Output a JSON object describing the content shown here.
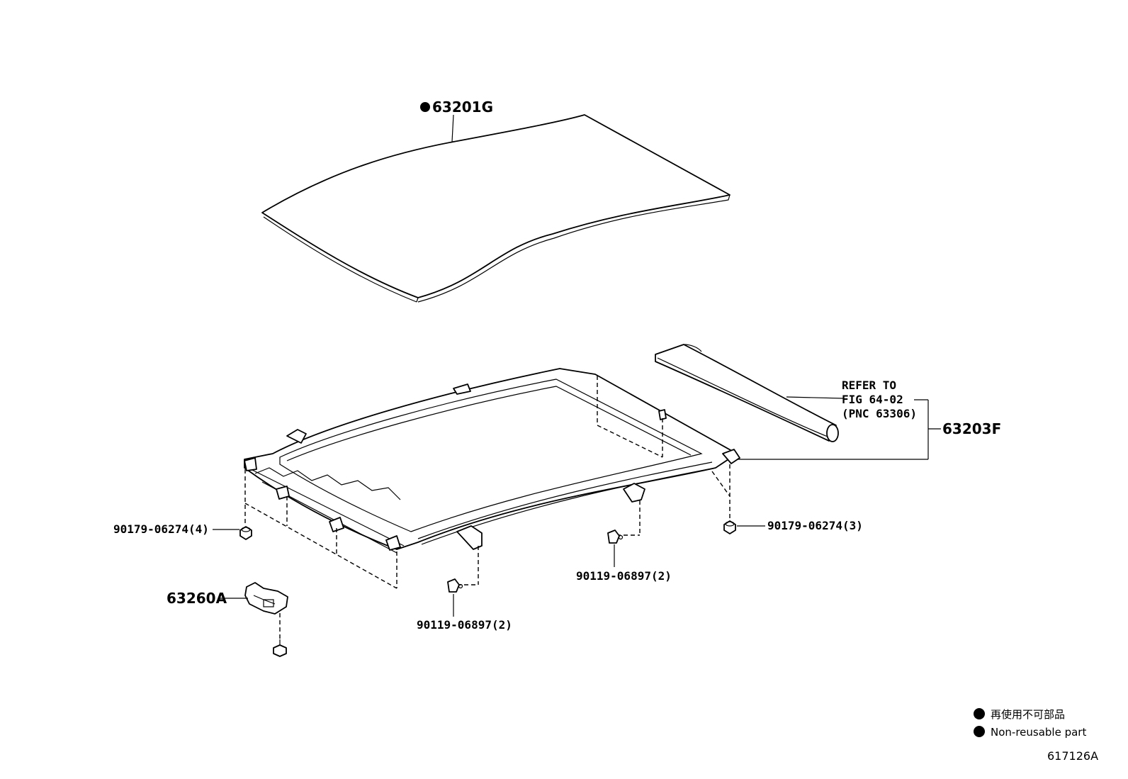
{
  "labels": {
    "p63201g": "63201G",
    "p63203f": "63203F",
    "refer1": "REFER TO",
    "refer2": "FIG 64-02",
    "refer3": "(PNC 63306)",
    "n90179_left": "90179-06274(4)",
    "n90179_right": "90179-06274(3)",
    "n90119_mid": "90119-06897(2)",
    "n90119_bottom": "90119-06897(2)",
    "p63260a": "63260A"
  },
  "legend": {
    "line1": "再使用不可部品",
    "line2": "Non-reusable part"
  },
  "figure_id": "617126A"
}
